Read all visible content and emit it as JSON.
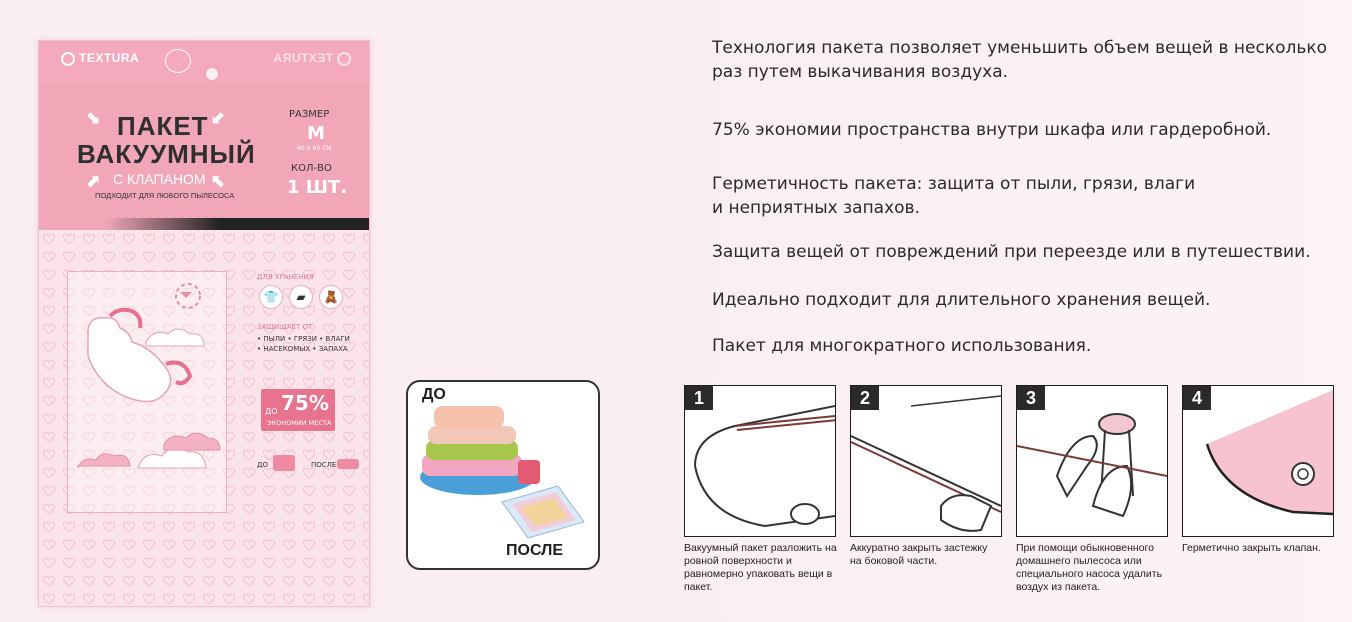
{
  "package": {
    "brand": "TEXTURA",
    "title_line1": "ПАКЕТ",
    "title_line2": "ВАКУУМНЫЙ",
    "subtitle": "С КЛАПАНОМ",
    "note": "ПОДХОДИТ ДЛЯ ЛЮБОГО ПЫЛЕСОСА",
    "size_label": "РАЗМЕР",
    "size_value": "M",
    "size_dims": "60 Х 60 СМ",
    "qty_label": "КОЛ-ВО",
    "qty_value": "1 ШТ.",
    "storage_title": "ДЛЯ ХРАНЕНИЯ",
    "protect_title": "ЗАЩИЩАЕТ ОТ",
    "protect_line1": "• ПЫЛИ • ГРЯЗИ • ВЛАГИ",
    "protect_line2": "• НАСЕКОМЫХ • ЗАПАХА",
    "save_prefix": "ДО",
    "save_percent": "75%",
    "save_sub": "ЭКОНОМИИ МЕСТА",
    "before": "ДО",
    "after": "ПОСЛЕ"
  },
  "before_after": {
    "before_label": "ДО",
    "after_label": "ПОСЛЕ"
  },
  "features": [
    "Технология  пакета позволяет уменьшить объем вещей в несколько раз путем  выкачивания воздуха.",
    "75% экономии пространства внутри шкафа  или гардеробной.",
    "Герметичность пакета: защита от пыли, грязи, влаги\nи неприятных запахов.",
    "Защита вещей от повреждений при переезде или в путешествии.",
    "Идеально подходит для длительного  хранения вещей.",
    "Пакет для многократного использования."
  ],
  "steps": [
    {
      "num": "1",
      "caption": "Вакуумный пакет разложить на ровной поверхности и равномерно упаковать вещи в пакет."
    },
    {
      "num": "2",
      "caption": "Аккуратно закрыть застежку на боковой части."
    },
    {
      "num": "3",
      "caption": "При помощи обыкновенного домашнего пылесоса или специального насоса удалить воздух из пакета."
    },
    {
      "num": "4",
      "caption": "Герметично закрыть клапан."
    }
  ],
  "colors": {
    "accent": "#f2a7b9",
    "dark": "#2a2a2a",
    "save_box": "#e8738f"
  }
}
